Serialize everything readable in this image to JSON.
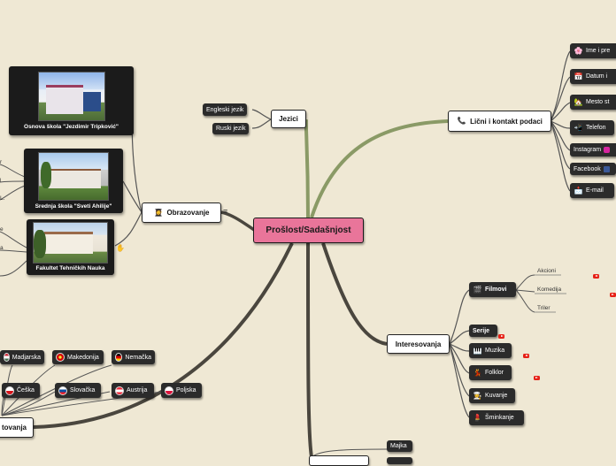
{
  "central": {
    "label": "Prošlost/Sadašnjost"
  },
  "branches": {
    "jezici": {
      "label": "Jezici",
      "children": [
        "Engleski jezik",
        "Ruski jezik"
      ]
    },
    "licni": {
      "label": "Lični i kontakt podaci",
      "icon": "phone-icon",
      "children": [
        {
          "label": "Ime i pre",
          "icon": "flower-icon"
        },
        {
          "label": "Datum i",
          "icon": "calendar-icon"
        },
        {
          "label": "Mesto st",
          "icon": "house-icon"
        },
        {
          "label": "Telefon",
          "icon": "phone-icon"
        },
        {
          "label": "Instagram",
          "icon": "instagram-icon"
        },
        {
          "label": "Facebook",
          "icon": "facebook-icon"
        },
        {
          "label": "E-mail",
          "icon": "mail-icon"
        }
      ]
    },
    "obrazovanje": {
      "label": "Obrazovanje",
      "icon": "graduate-icon",
      "menu_icon": "≡",
      "schools": [
        "Osnova škola \"Jezdimir Tripković\"",
        "Srednja škola \"Sveti Ahilije\"",
        "Fakultet Tehničkih Nauka"
      ],
      "cut_labels": [
        "r",
        "l",
        "L.",
        "e",
        "a"
      ]
    },
    "interesovanja": {
      "label": "Interesovanja",
      "items": [
        {
          "label": "Filmovi",
          "icon": "film-icon"
        },
        {
          "label": "Serije",
          "icon": ""
        },
        {
          "label": "Muzika",
          "icon": "piano-icon"
        },
        {
          "label": "Folklor",
          "icon": "dancer-icon"
        },
        {
          "label": "Kuvanje",
          "icon": "chef-icon"
        },
        {
          "label": "Šminkanje",
          "icon": "lipstick-icon"
        }
      ],
      "film_genres": [
        "Akcioni",
        "Komedija",
        "Triler"
      ]
    },
    "putovanja": {
      "label": "tovanja",
      "countries_row1": [
        "Madjarska",
        "Makedonija",
        "Nemačka"
      ],
      "countries_row2": [
        "Češka",
        "Slovačka",
        "Austrija",
        "Poljska"
      ]
    },
    "porodica": {
      "children": [
        "Majka"
      ]
    }
  },
  "colors": {
    "central": "#e9759a",
    "branch": "#8a9a66",
    "link_dark": "#4a463e",
    "background": "#efe8d4"
  }
}
